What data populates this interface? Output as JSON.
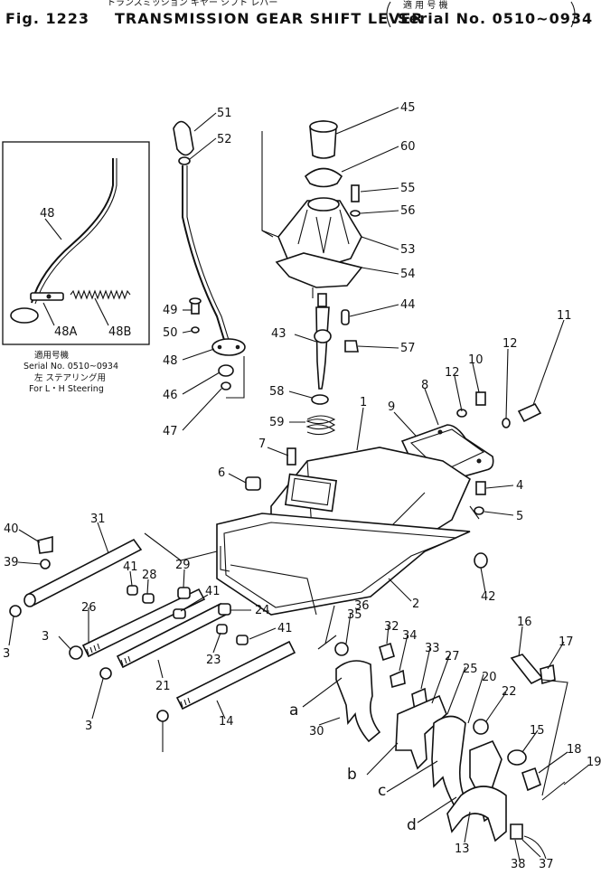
{
  "title": {
    "jp_caption": "トランスミッション ギヤー シフト レバー",
    "fig_label": "Fig. 1223",
    "name": "TRANSMISSION GEAR SHIFT LEVER",
    "serial_jp": "適 用 号 機",
    "serial": "Serial No. 0510~0934"
  },
  "inset": {
    "note_jp_serial": "適用号機",
    "note_serial": "Serial No. 0510~0934",
    "note_jp_steering": "左 ステアリング用",
    "note_steering": "For L・H Steering",
    "labels": [
      "48",
      "48A",
      "48B"
    ]
  },
  "callouts": [
    "51",
    "52",
    "45",
    "60",
    "55",
    "56",
    "53",
    "54",
    "44",
    "43",
    "57",
    "49",
    "50",
    "48",
    "46",
    "47",
    "58",
    "59",
    "1",
    "9",
    "8",
    "12",
    "10",
    "12",
    "11",
    "7",
    "6",
    "4",
    "5",
    "2",
    "42",
    "40",
    "31",
    "39",
    "41",
    "28",
    "29",
    "26",
    "41",
    "24",
    "3",
    "21",
    "23",
    "41",
    "3",
    "14",
    "3",
    "36",
    "35",
    "32",
    "34",
    "33",
    "27",
    "25",
    "20",
    "16",
    "17",
    "22",
    "30",
    "15",
    "18",
    "19",
    "13",
    "38",
    "37"
  ],
  "letters": [
    "a",
    "b",
    "c",
    "d"
  ]
}
